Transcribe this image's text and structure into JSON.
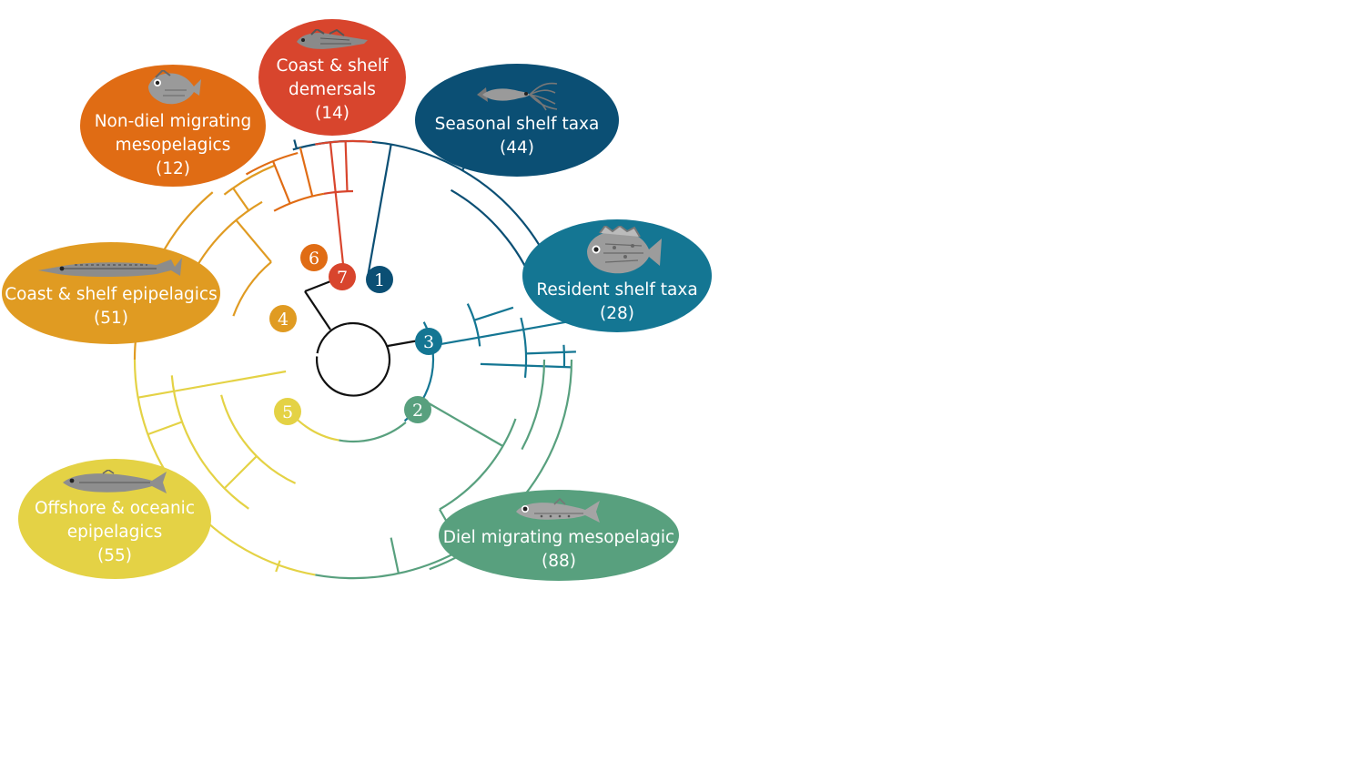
{
  "colors": {
    "c1": "#0b4f74",
    "c2": "#58a07e",
    "c3": "#147693",
    "c4": "#e09b22",
    "c5": "#e4d245",
    "c6": "#e06c14",
    "c7": "#d8452d",
    "root": "#111111"
  },
  "nodes": [
    {
      "id": "1",
      "color": "#0b4f74"
    },
    {
      "id": "2",
      "color": "#58a07e"
    },
    {
      "id": "3",
      "color": "#147693"
    },
    {
      "id": "4",
      "color": "#e09b22"
    },
    {
      "id": "5",
      "color": "#e4d245"
    },
    {
      "id": "6",
      "color": "#e06c14"
    },
    {
      "id": "7",
      "color": "#d8452d"
    }
  ],
  "groups": {
    "g7": {
      "name": "Coast & shelf demersals",
      "name_lines": [
        "Coast & shelf",
        "demersals"
      ],
      "count": "(14)",
      "icon": "sculpin-icon",
      "color": "#d8452d"
    },
    "g6": {
      "name": "Non-diel migrating mesopelagics",
      "name_lines": [
        "Non-diel migrating",
        "mesopelagics"
      ],
      "count": "(12)",
      "icon": "hatchetfish-icon",
      "color": "#e06c14"
    },
    "g1": {
      "name": "Seasonal shelf taxa",
      "name_lines": [
        "Seasonal shelf taxa"
      ],
      "count": "(44)",
      "icon": "squid-icon",
      "color": "#0b4f74"
    },
    "g3": {
      "name": "Resident shelf taxa",
      "name_lines": [
        "Resident shelf taxa"
      ],
      "count": "(28)",
      "icon": "sunfish-icon",
      "color": "#147693"
    },
    "g4": {
      "name": "Coast & shelf epipelagics",
      "name_lines": [
        "Coast & shelf epipelagics"
      ],
      "count": "(51)",
      "icon": "saury-icon",
      "color": "#e09b22"
    },
    "g5": {
      "name": "Offshore & oceanic epipelagics",
      "name_lines": [
        "Offshore & oceanic",
        "epipelagics"
      ],
      "count": "(55)",
      "icon": "herring-icon",
      "color": "#e4d245"
    },
    "g2": {
      "name": "Diel migrating mesopelagic",
      "name_lines": [
        "Diel migrating mesopelagic"
      ],
      "count": "(88)",
      "icon": "lanternfish-icon",
      "color": "#58a07e"
    }
  }
}
